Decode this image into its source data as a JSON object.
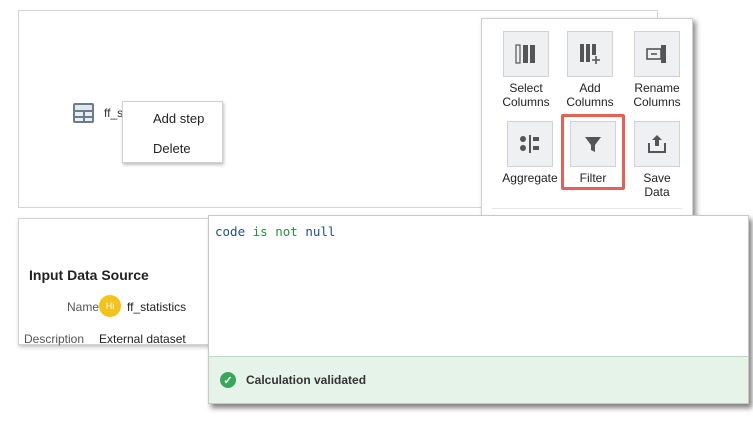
{
  "canvas": {
    "dataset_name": "ff_statistic",
    "context_menu": {
      "items": [
        "Add step",
        "Delete"
      ]
    }
  },
  "step_palette": {
    "tiles": [
      {
        "label": "Select\nColumns",
        "icon": "select-columns-icon"
      },
      {
        "label": "Add\nColumns",
        "icon": "add-columns-icon"
      },
      {
        "label": "Rename\nColumns",
        "icon": "rename-columns-icon"
      },
      {
        "label": "Aggregate",
        "icon": "aggregate-icon"
      },
      {
        "label": "Filter",
        "icon": "filter-icon"
      },
      {
        "label": "Save\nData",
        "icon": "save-data-icon"
      }
    ],
    "highlighted": "Filter",
    "highlight_color": "#e2625a"
  },
  "input_panel": {
    "title": "Input Data Source",
    "name_label": "Name",
    "badge_text": "Hi",
    "name_value": "ff_statistics",
    "description_label": "Description",
    "description_value": "External dataset"
  },
  "editor": {
    "tokens": [
      "code",
      " is not ",
      "null"
    ],
    "validation_text": "Calculation validated",
    "validation_color": "#3ba55c"
  }
}
